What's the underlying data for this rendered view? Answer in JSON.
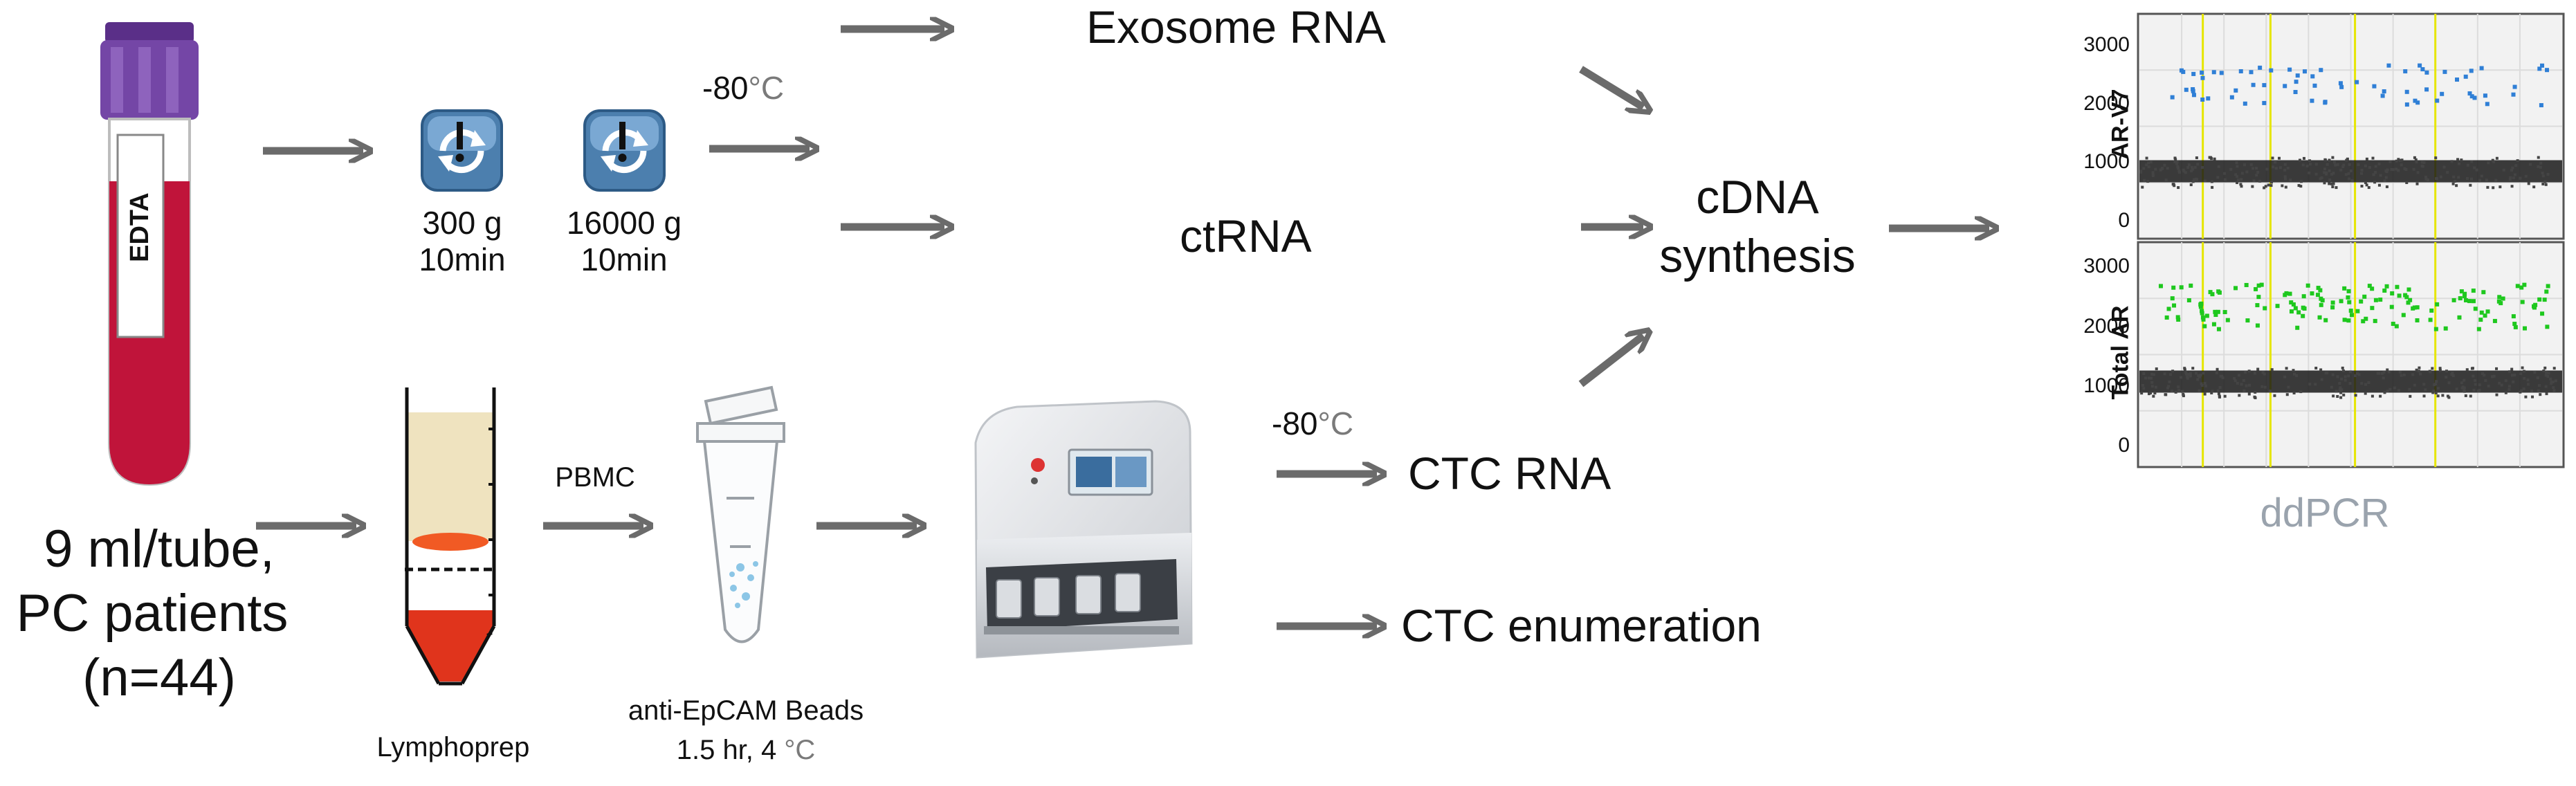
{
  "tube": {
    "label": "EDTA",
    "cap_color": "#6a3d99",
    "blood_color": "#c0143a"
  },
  "patients": {
    "line1": "9 ml/tube,",
    "line2": "PC patients",
    "line3": "(n=44)"
  },
  "centrifuge1": {
    "speed": "300 g",
    "time": "10min"
  },
  "centrifuge2": {
    "speed": "16000 g",
    "time": "10min"
  },
  "freeze_top": {
    "label_num": "-80",
    "label_unit": "°C"
  },
  "freeze_bottom": {
    "label_num": "-80",
    "label_unit": "°C"
  },
  "products": {
    "exosome": "Exosome RNA",
    "ctrna": "ctRNA",
    "ctc_rna": "CTC RNA",
    "ctc_enum": "CTC enumeration"
  },
  "lymphoprep": {
    "label": "Lymphoprep"
  },
  "pbmc": {
    "label": "PBMC"
  },
  "beads": {
    "line1": "anti-EpCAM Beads",
    "line2_main": "1.5 hr, 4 ",
    "line2_unit": "°C"
  },
  "cdna": {
    "line1": "cDNA",
    "line2": "synthesis"
  },
  "ddpcr": {
    "caption": "ddPCR",
    "top_panel": {
      "ylabel": "AR-V7",
      "ticks": [
        "3000",
        "2000",
        "1000",
        "0"
      ],
      "positive_color": "#2f7fd6"
    },
    "bottom_panel": {
      "ylabel": "Total AR",
      "ticks": [
        "3000",
        "2000",
        "1000",
        "0"
      ],
      "positive_color": "#1ec81e"
    }
  },
  "colors": {
    "arrow": "#6b6b6b",
    "lymphoprep_fluid": "#efe3bf",
    "lymphoprep_band": "#f15a24",
    "lymphoprep_bottom": "#e0341c",
    "divider": "#e6e600"
  }
}
